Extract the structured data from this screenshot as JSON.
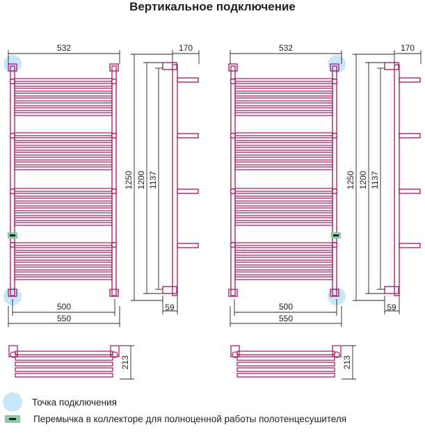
{
  "title": "Вертикальное подключение",
  "colors": {
    "frame": "#a8246e",
    "dim": "#231f20",
    "point": "#c9e7f8",
    "jumper": "#8bc8a6"
  },
  "left_view": {
    "width_top": "532",
    "depth_top": "170",
    "height_total": "1250",
    "height_mid": "1200",
    "height_inner": "1137",
    "width_inner": "500",
    "width_total": "550",
    "offset_bottom": "59",
    "depth_plan": "213"
  },
  "right_view": {
    "width_top": "532",
    "depth_top": "170",
    "height_total": "1250",
    "height_mid": "1200",
    "height_inner": "1137",
    "width_inner": "500",
    "width_total": "550",
    "offset_bottom": "59",
    "depth_plan": "213"
  },
  "legend": {
    "point_label": "Точка подключения",
    "jumper_label": "Перемычка в коллекторе для полноценной работы полотенцесушителя"
  }
}
